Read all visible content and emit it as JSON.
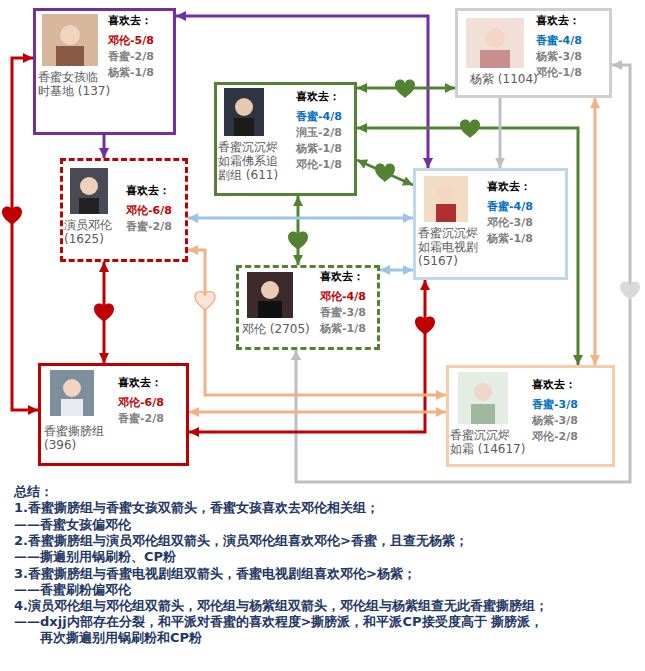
{
  "diagram": {
    "nodes": [
      {
        "text": [
          "香蜜女孩临 时基地 (137)",
          "喜欢去：",
          "邓伦-5/8",
          "香蜜-2/8",
          "杨紫-1/8"
        ]
      },
      {
        "text": [
          "香蜜沉沉烬 如霜佛系追 剧组 (611)",
          "喜欢去：",
          "香蜜-4/8",
          "润玉-2/8",
          "杨紫-1/8",
          "邓伦-1/8"
        ]
      },
      {
        "text": [
          "杨紫 (1104)",
          "喜欢去：",
          "香蜜-4/8",
          "杨紫-3/8",
          "邓伦-1/8"
        ]
      },
      {
        "text": [
          "演员邓伦 (1625)",
          "喜欢去：",
          "邓伦-6/8",
          "香蜜-2/8"
        ]
      },
      {
        "text": [
          "香蜜沉沉烬 如霜电视剧 (5167)",
          "喜欢去：",
          "香蜜-4/8",
          "邓伦-3/8",
          "杨紫-1/8"
        ]
      },
      {
        "text": [
          "邓伦 (2705)",
          "喜欢去：",
          "邓伦-4/8",
          "香蜜-3/8",
          "杨紫-1/8"
        ]
      },
      {
        "text": [
          "香蜜撕膀组 (396)",
          "喜欢去：",
          "邓伦-6/8",
          "香蜜-2/8"
        ]
      },
      {
        "text": [
          "香蜜沉沉烬 如霜 (14617)",
          "喜欢去：",
          "香蜜-3/8",
          "杨紫-3/8",
          "邓伦-2/8"
        ]
      }
    ],
    "edges": [
      {
        "from": 0,
        "to": 3,
        "arrow": "to"
      },
      {
        "from": 0,
        "to": 4,
        "arrow": "both"
      },
      {
        "from": 0,
        "to": 6,
        "arrow": "both"
      },
      {
        "from": 1,
        "to": 2,
        "arrow": "both"
      },
      {
        "from": 1,
        "to": 7,
        "arrow": "both"
      },
      {
        "from": 1,
        "to": 4,
        "arrow": "both"
      },
      {
        "from": 1,
        "to": 5,
        "arrow": "both"
      },
      {
        "from": 2,
        "to": 4,
        "arrow": "to"
      },
      {
        "from": 2,
        "to": 7,
        "arrow": "both"
      },
      {
        "from": 2,
        "to": 5,
        "arrow": "both"
      },
      {
        "from": 3,
        "to": 4,
        "arrow": "both"
      },
      {
        "from": 3,
        "to": 6,
        "arrow": "both"
      },
      {
        "from": 4,
        "to": 5,
        "arrow": "both"
      },
      {
        "from": 4,
        "to": 6,
        "arrow": "both"
      },
      {
        "from": 7,
        "to": 3,
        "arrow": "both"
      },
      {
        "from": 7,
        "to": 6,
        "arrow": "both"
      }
    ],
    "labels": [
      "总结：",
      "1.香蜜撕膀组与香蜜女孩双箭头，香蜜女孩喜欢去邓伦相关组；",
      "——香蜜女孩偏邓伦",
      "2.香蜜撕膀组与演员邓伦组双箭头，演员邓伦组喜欢邓伦>香蜜，且查无杨紫；",
      "——撕遍别用锅刷粉、CP粉",
      "3.香蜜撕膀组与香蜜电视剧组双箭头，香蜜电视剧组喜欢邓伦>杨紫；",
      "——香蜜刷粉偏邓伦",
      "4.演员邓伦组与邓伦组双箭头，邓伦组与杨紫组双箭头，邓伦组与杨紫组查无此香蜜撕膀组；",
      "——dxjj内部存在分裂，和平派对香蜜的喜欢程度>撕膀派，和平派CP接受度高于 撕膀派，再次撕遍别用锅刷粉和CP粉"
    ]
  }
}
